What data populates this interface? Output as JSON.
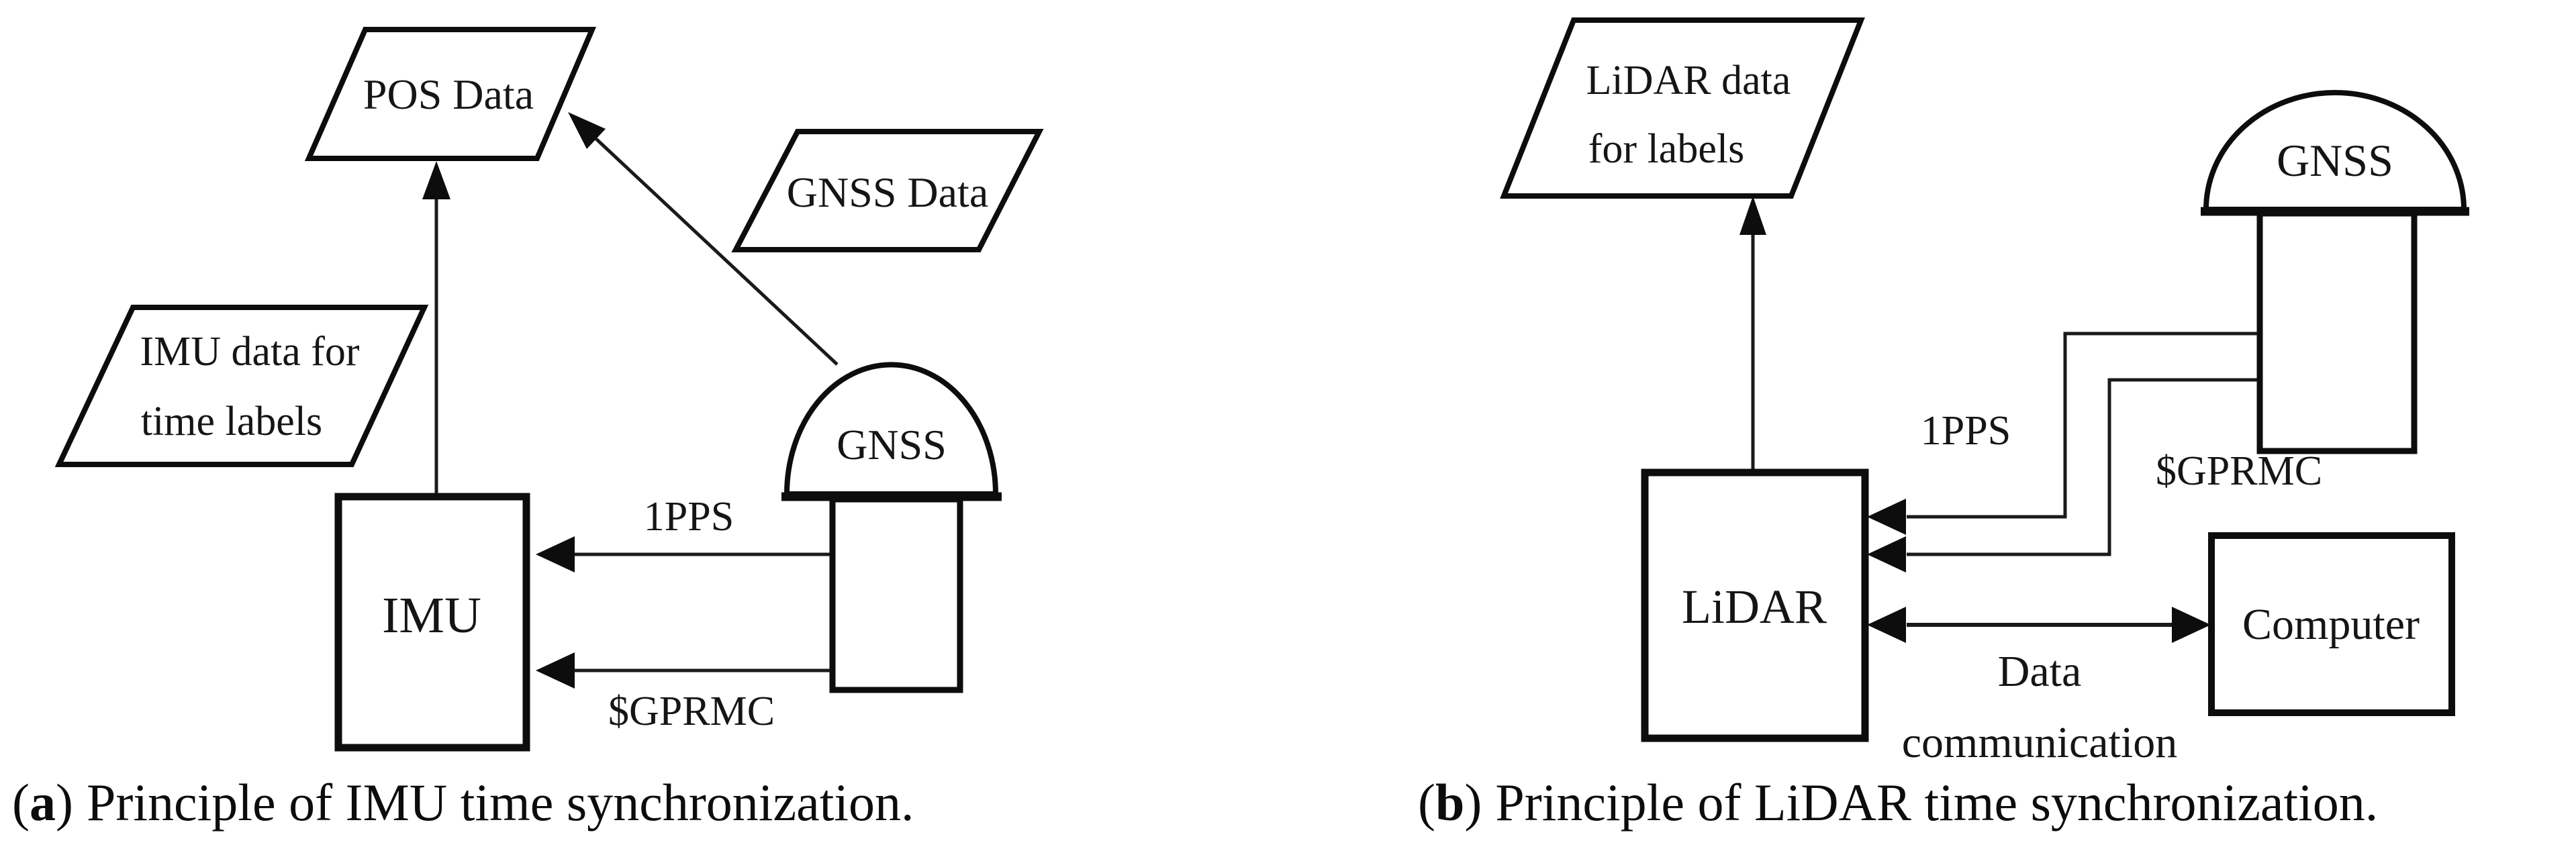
{
  "colors": {
    "background": "#ffffff",
    "ink": "#0d0d0d",
    "text": "#151515"
  },
  "subfigure_a": {
    "caption": {
      "open": "(",
      "letter": "a",
      "close": ")",
      "text": "Principle of IMU time synchronization."
    },
    "nodes": {
      "pos_data": {
        "label": "POS Data"
      },
      "gnss_data": {
        "label": "GNSS Data"
      },
      "imu_data": {
        "label_line1": "IMU data for",
        "label_line2": "time labels"
      },
      "imu": {
        "label": "IMU"
      },
      "gnss_antenna": {
        "label": "GNSS"
      }
    },
    "edges": {
      "pps": {
        "label": "1PPS"
      },
      "gprmc": {
        "label": "$GPRMC"
      }
    }
  },
  "subfigure_b": {
    "caption": {
      "open": "(",
      "letter": "b",
      "close": ")",
      "text": "Principle of LiDAR time synchronization."
    },
    "nodes": {
      "lidar_data": {
        "label_line1": "LiDAR data",
        "label_line2": "for labels"
      },
      "lidar": {
        "label": "LiDAR"
      },
      "computer": {
        "label": "Computer"
      },
      "gnss_antenna": {
        "label": "GNSS"
      }
    },
    "edges": {
      "pps": {
        "label": "1PPS"
      },
      "gprmc": {
        "label": "$GPRMC"
      },
      "data_comm": {
        "label_line1": "Data",
        "label_line2": "communication"
      }
    }
  }
}
